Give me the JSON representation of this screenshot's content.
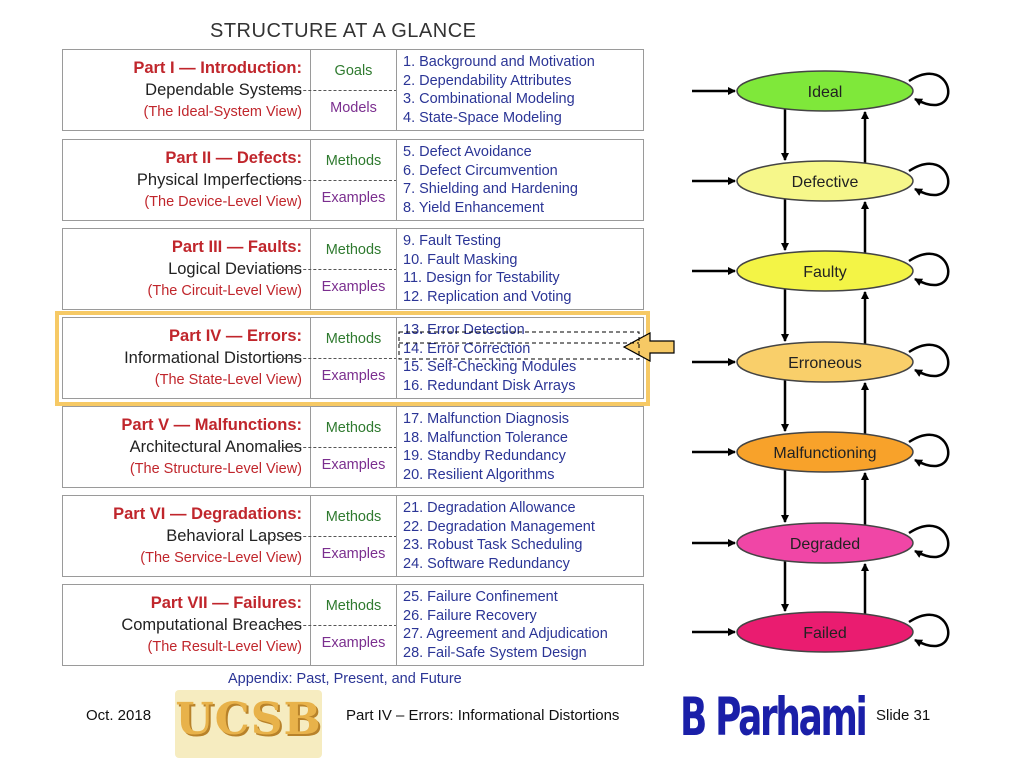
{
  "title": "STRUCTURE AT A GLANCE",
  "parts": [
    {
      "title": "Part I — Introduction:",
      "subtitle": "Dependable Systems",
      "view": "(The Ideal-System View)",
      "label_top": "Goals",
      "label_bottom": "Models",
      "chapters": [
        "1. Background and Motivation",
        "2. Dependability Attributes",
        "3. Combinational Modeling",
        "4. State-Space Modeling"
      ]
    },
    {
      "title": "Part II — Defects:",
      "subtitle": "Physical Imperfections",
      "view": "(The Device-Level View)",
      "label_top": "Methods",
      "label_bottom": "Examples",
      "chapters": [
        "5. Defect Avoidance",
        "6. Defect Circumvention",
        "7. Shielding and Hardening",
        "8. Yield Enhancement"
      ]
    },
    {
      "title": "Part III — Faults:",
      "subtitle": "Logical Deviations",
      "view": "(The Circuit-Level View)",
      "label_top": "Methods",
      "label_bottom": "Examples",
      "chapters": [
        "9. Fault Testing",
        "10. Fault Masking",
        "11. Design for Testability",
        "12. Replication and Voting"
      ]
    },
    {
      "title": "Part IV — Errors:",
      "subtitle": "Informational Distortions",
      "view": "(The State-Level View)",
      "label_top": "Methods",
      "label_bottom": "Examples",
      "chapters": [
        "13. Error Detection",
        "14. Error Correction",
        "15. Self-Checking Modules",
        "16. Redundant Disk Arrays"
      ]
    },
    {
      "title": "Part V — Malfunctions:",
      "subtitle": "Architectural Anomalies",
      "view": "(The Structure-Level View)",
      "label_top": "Methods",
      "label_bottom": "Examples",
      "chapters": [
        "17. Malfunction Diagnosis",
        "18. Malfunction Tolerance",
        "19. Standby Redundancy",
        "20. Resilient Algorithms"
      ]
    },
    {
      "title": "Part VI — Degradations:",
      "subtitle": "Behavioral Lapses",
      "view": "(The Service-Level View)",
      "label_top": "Methods",
      "label_bottom": "Examples",
      "chapters": [
        "21. Degradation Allowance",
        "22. Degradation Management",
        "23. Robust Task Scheduling",
        "24. Software Redundancy"
      ]
    },
    {
      "title": "Part VII — Failures:",
      "subtitle": "Computational Breaches",
      "view": "(The Result-Level View)",
      "label_top": "Methods",
      "label_bottom": "Examples",
      "chapters": [
        "25. Failure Confinement",
        "26. Failure Recovery",
        "27. Agreement and Adjudication",
        "28. Fail-Safe System Design"
      ]
    }
  ],
  "appendix": "Appendix: Past, Present, and Future",
  "states": [
    {
      "label": "Ideal",
      "color": "#7fe83a"
    },
    {
      "label": "Defective",
      "color": "#f6f78a"
    },
    {
      "label": "Faulty",
      "color": "#f3f446"
    },
    {
      "label": "Erroneous",
      "color": "#f9cf6a"
    },
    {
      "label": "Malfunctioning",
      "color": "#f8a22a"
    },
    {
      "label": "Degraded",
      "color": "#f046a6"
    },
    {
      "label": "Failed",
      "color": "#ea1c70"
    }
  ],
  "footer": {
    "date": "Oct. 2018",
    "logo": "UCSB",
    "center": "Part IV – Errors: Informational Distortions",
    "signature": "B. Parhami",
    "slide": "Slide 31"
  }
}
